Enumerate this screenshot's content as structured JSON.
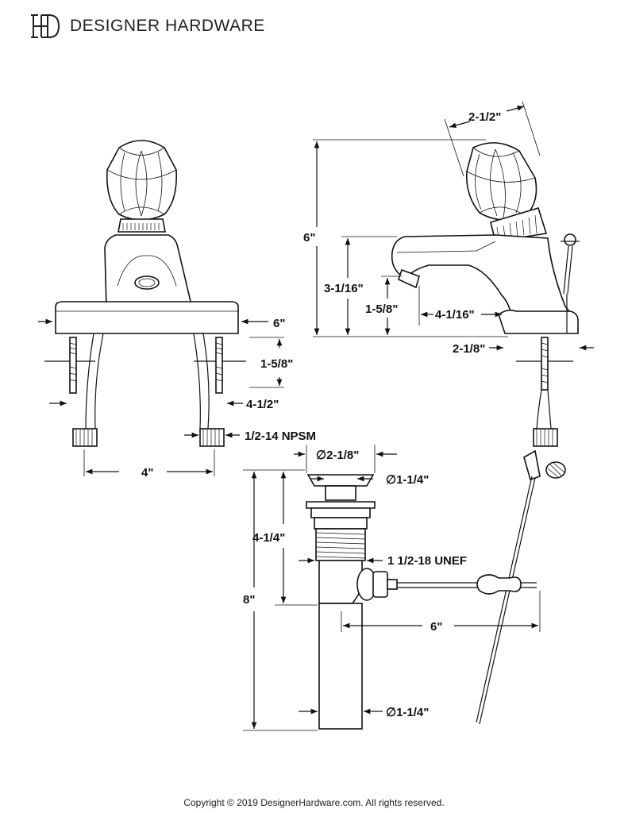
{
  "brand": {
    "name": "DESIGNER HARDWARE",
    "logo_text": "DH"
  },
  "copyright": "Copyright © 2019 DesignerHardware.com. All rights reserved.",
  "dimensions": {
    "front_width": "6\"",
    "front_shank": "1-5/8\"",
    "front_leg": "4-1/2\"",
    "front_spread": "4\"",
    "thread_npsm": "1/2-14 NPSM",
    "side_knob": "2-1/2\"",
    "side_height": "6\"",
    "side_spout_height": "3-1/16\"",
    "side_aerator": "1-5/8\"",
    "side_reach": "4-1/16\"",
    "side_base": "2-1/8\"",
    "drain_flange": "∅2-1/8\"",
    "drain_top": "∅1-1/4\"",
    "drain_body": "4-1/4\"",
    "drain_thread": "1 1/2-18 UNEF",
    "drain_total": "8\"",
    "drain_rod": "6\"",
    "drain_tail": "∅1-1/4\""
  }
}
